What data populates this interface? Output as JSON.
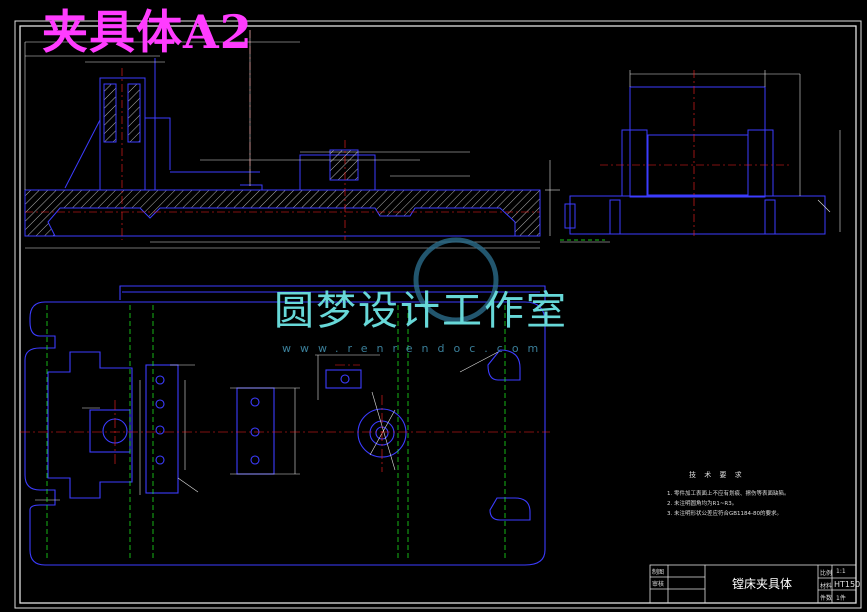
{
  "drawing": {
    "title": "夹具体A2",
    "watermark": "圆梦设计工作室",
    "watermark_url": "www.renrendoc.com"
  },
  "tech_requirements": {
    "title": "技 术 要 求",
    "notes": [
      "1. 零件加工表面上不应有划痕、擦伤等表面缺陷。",
      "2. 未注明圆角均为R1~R3。",
      "3. 未注明形状公差应符合GB1184-80的要求。"
    ]
  },
  "title_block": {
    "part_name": "镗床夹具体",
    "scale_label": "比例",
    "scale": "1:1",
    "material_label": "材料",
    "material": "HT150",
    "quantity_label": "件数",
    "quantity": "1件",
    "drawn_label": "制图",
    "checked_label": "审核"
  },
  "colors": {
    "background": "#000000",
    "outline": "#3c3cff",
    "centerline": "#ff2020",
    "dimension": "#e0e0e0",
    "hidden": "#20ff20",
    "title": "#ff3cff",
    "watermark": "#67d8d8"
  }
}
